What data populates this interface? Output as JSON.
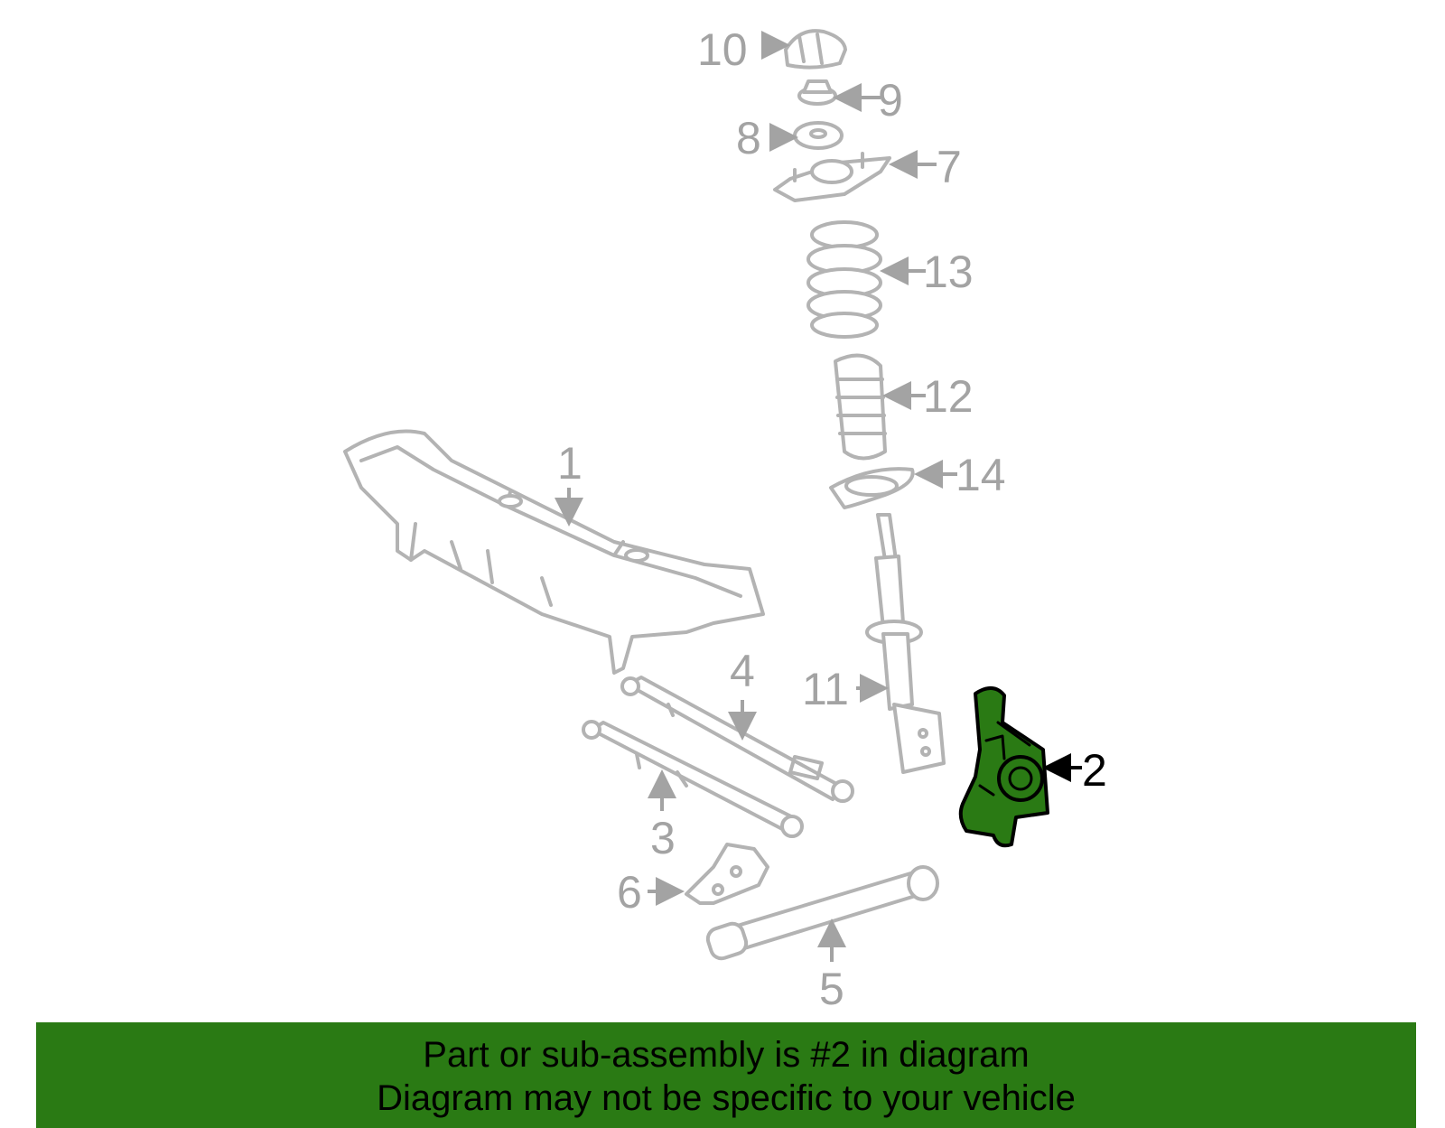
{
  "diagram": {
    "highlighted_part": "2",
    "callouts": [
      {
        "id": "1",
        "label": "1"
      },
      {
        "id": "2",
        "label": "2"
      },
      {
        "id": "3",
        "label": "3"
      },
      {
        "id": "4",
        "label": "4"
      },
      {
        "id": "5",
        "label": "5"
      },
      {
        "id": "6",
        "label": "6"
      },
      {
        "id": "7",
        "label": "7"
      },
      {
        "id": "8",
        "label": "8"
      },
      {
        "id": "9",
        "label": "9"
      },
      {
        "id": "10",
        "label": "10"
      },
      {
        "id": "11",
        "label": "11"
      },
      {
        "id": "12",
        "label": "12"
      },
      {
        "id": "13",
        "label": "13"
      },
      {
        "id": "14",
        "label": "14"
      }
    ],
    "colors": {
      "highlight": "#2a7a14",
      "parts_outline": "#b3b3b3",
      "callout_text": "#a3a3a3",
      "highlight_callout": "#000000"
    }
  },
  "banner": {
    "line1": "Part or sub-assembly is #2 in diagram",
    "line2": "Diagram may not be specific to your vehicle"
  }
}
